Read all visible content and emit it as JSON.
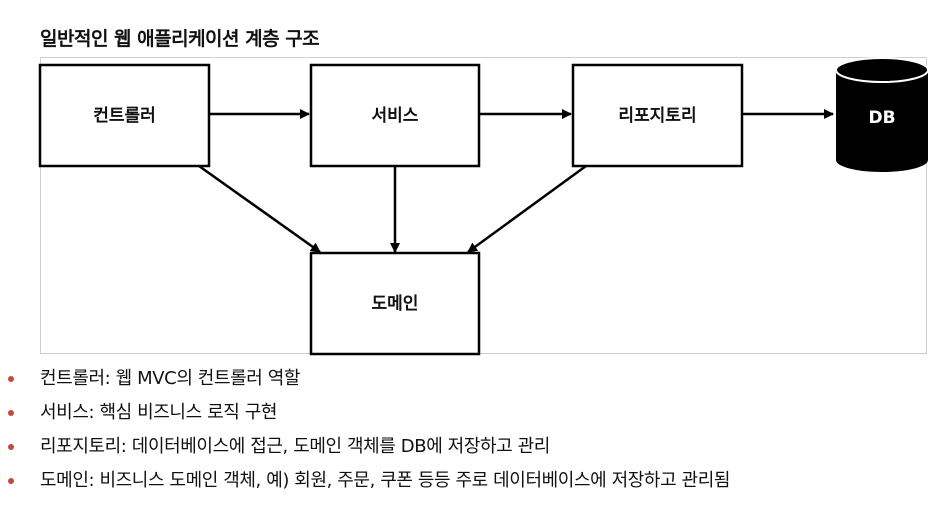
{
  "title": "일반적인 웹 애플리케이션 계층 구조",
  "diagram": {
    "nodes": {
      "controller": "컨트롤러",
      "service": "서비스",
      "repository": "리포지토리",
      "domain": "도메인",
      "db": "DB"
    }
  },
  "notes": [
    "컨트롤러: 웹 MVC의 컨트롤러 역할",
    "서비스: 핵심 비즈니스 로직 구현",
    "리포지토리: 데이터베이스에 접근, 도메인 객체를 DB에 저장하고 관리",
    "도메인: 비즈니스 도메인 객체, 예) 회원, 주문, 쿠폰 등등 주로 데이터베이스에 저장하고 관리됨"
  ],
  "colors": {
    "bullet": "#c9463d",
    "db_fill": "#000000",
    "frame_border": "#cfcfcf"
  }
}
